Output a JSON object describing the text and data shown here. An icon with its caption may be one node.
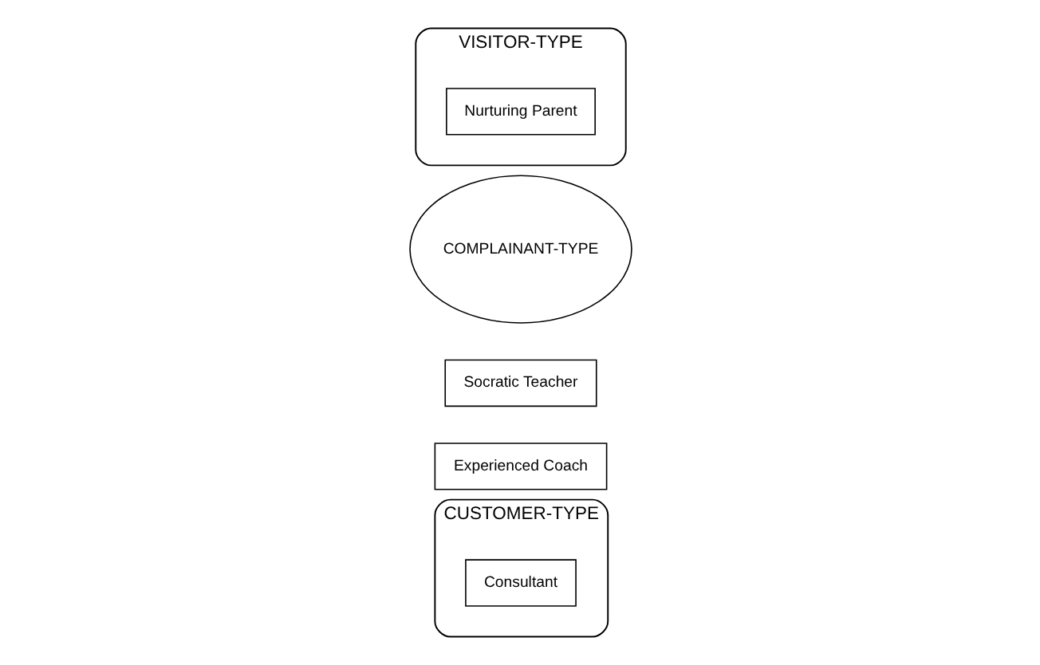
{
  "diagram": {
    "nodes": [
      {
        "text": [
          "VISITOR-TYPE"
        ]
      },
      {
        "text": [
          "Nurturing Parent"
        ],
        "in": 0
      },
      {
        "text": [
          "COMPLAINANT-TYPE"
        ]
      },
      {
        "text": [
          "Socratic Teacher"
        ]
      },
      {
        "text": [
          "Experienced Coach"
        ]
      },
      {
        "text": [
          "CUSTOMER-TYPE"
        ]
      },
      {
        "text": [
          "Consultant"
        ],
        "in": 5
      }
    ]
  }
}
